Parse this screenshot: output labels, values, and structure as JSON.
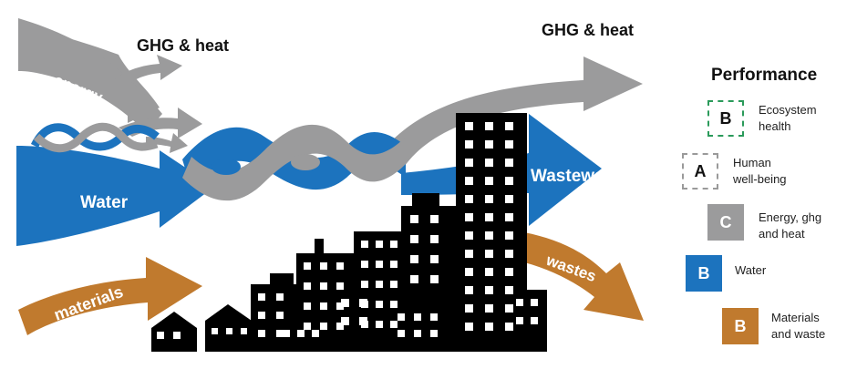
{
  "colors": {
    "energy": "#9b9b9c",
    "water": "#1c73be",
    "materials": "#c07a2e",
    "ecosystem": "#2a9a5a",
    "building": "#000000"
  },
  "flows": {
    "energy_label": "energy",
    "ghg_label_left": "GHG & heat",
    "ghg_label_right": "GHG & heat",
    "water_label": "Water",
    "wastewater_label": "Wastewater",
    "materials_label": "materials",
    "wastes_label": "wastes"
  },
  "legend": {
    "title": "Performance",
    "items": [
      {
        "grade": "B",
        "label_line1": "Ecosystem",
        "label_line2": "health",
        "style": "dashed-green"
      },
      {
        "grade": "A",
        "label_line1": "Human",
        "label_line2": "well-being",
        "style": "dashed"
      },
      {
        "grade": "C",
        "label_line1": "Energy, ghg",
        "label_line2": "and heat",
        "style": "solid",
        "color": "#9b9b9c"
      },
      {
        "grade": "B",
        "label_line1": "Water",
        "label_line2": "",
        "style": "solid",
        "color": "#1c73be"
      },
      {
        "grade": "B",
        "label_line1": "Materials",
        "label_line2": "and waste",
        "style": "solid",
        "color": "#c07a2e"
      }
    ]
  }
}
